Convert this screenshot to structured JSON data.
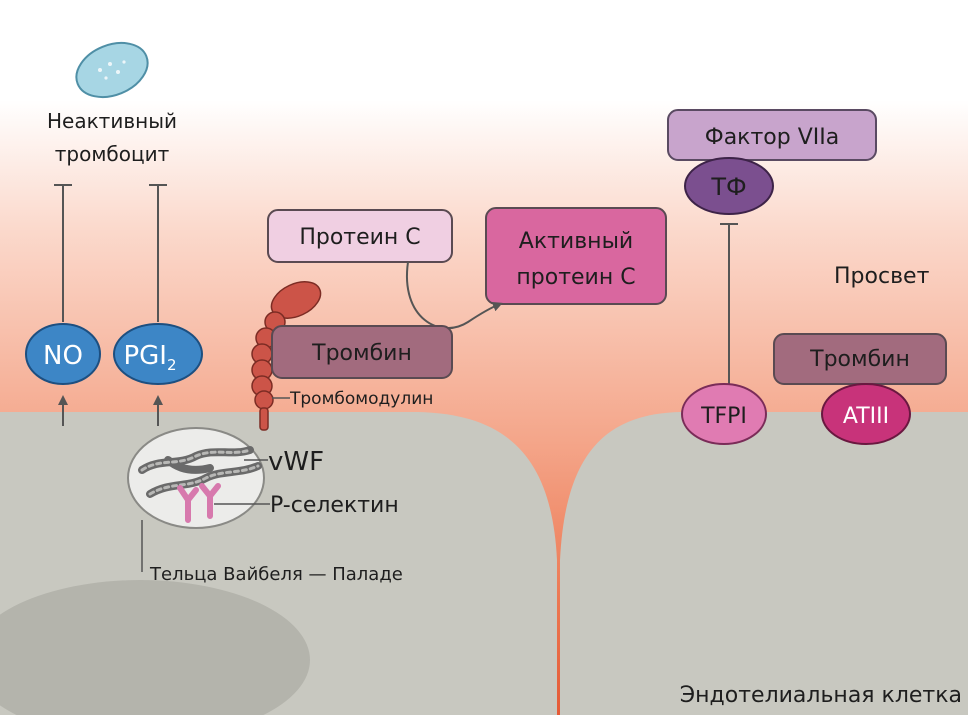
{
  "labels": {
    "inactive_platelet_line1": "Неактивный",
    "inactive_platelet_line2": "тромбоцит",
    "no": "NO",
    "pgi2_main": "PGI",
    "pgi2_sub": "2",
    "protein_c": "Протеин С",
    "active_protein_c_line1": "Активный",
    "active_protein_c_line2": "протеин С",
    "thrombin_left": "Тромбин",
    "thrombomodulin": "Тромбомодулин",
    "vwf": "vWF",
    "p_selectin": "P-селектин",
    "weibel_palade": "Тельца Вайбеля — Паладе",
    "factor_viia": "Фактор VIIa",
    "tf": "ТФ",
    "lumen": "Просвет",
    "thrombin_right": "Тромбин",
    "tfpi": "TFPI",
    "atiii": "ATIII",
    "endothelial_cell": "Эндотелиальная клетка"
  },
  "colors": {
    "cell": "#c8c8c0",
    "lumen_gradient_top": "#ffffff",
    "lumen_gradient_bottom": "#e8623c",
    "blue_oval": "#3d86c6",
    "protein_c_box": "#f0cfe2",
    "active_protein_c_box": "#d9679f",
    "thrombin_box": "#a26b7e",
    "thrombomodulin": "#cc5448",
    "factor_viia_box": "#c8a4cc",
    "tf_oval": "#7b4f8f",
    "tfpi_oval": "#e07bb2",
    "atiii_oval": "#c8337a",
    "platelet": "#9ecfdf"
  }
}
